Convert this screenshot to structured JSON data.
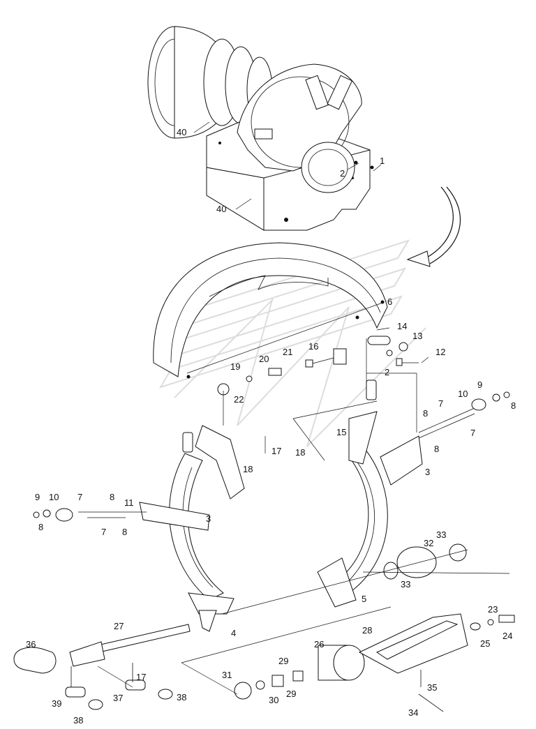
{
  "diagram": {
    "callouts": [
      "1",
      "2",
      "40",
      "40",
      "6",
      "14",
      "13",
      "12",
      "2",
      "21",
      "16",
      "20",
      "19",
      "22",
      "10",
      "9",
      "8",
      "7",
      "8",
      "7",
      "8",
      "17",
      "18",
      "18",
      "15",
      "3",
      "9",
      "10",
      "7",
      "8",
      "11",
      "8",
      "7",
      "8",
      "3",
      "32",
      "33",
      "33",
      "5",
      "4",
      "27",
      "36",
      "17",
      "37",
      "38",
      "39",
      "38",
      "26",
      "29",
      "29",
      "31",
      "30",
      "28",
      "23",
      "24",
      "25",
      "35",
      "34"
    ]
  }
}
